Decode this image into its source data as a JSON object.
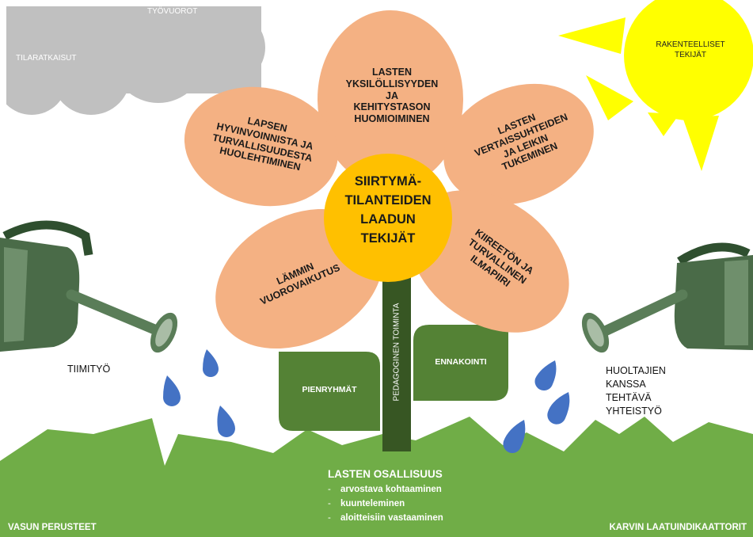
{
  "cloud": {
    "label_a": "TYÖVUOROT",
    "label_b": "TILARATKAISUT"
  },
  "sun": {
    "label": "RAKENTEELLISET\nTEKIJÄT"
  },
  "flower": {
    "center": "SIIRTYMÄ-\nTILANTEIDEN\nLAADUN\nTEKIJÄT",
    "petal_top": "LASTEN\nYKSILÖLLISYYDEN\nJA\nKEHITYSTASON\nHUOMIOIMINEN",
    "petal_upper_left": "LAPSEN\nHYVINVOINNISTA JA\nTURVALLISUUDESTA\nHUOLEHTIMINEN",
    "petal_upper_right": "LASTEN\nVERTAISSUHTEIDEN\nJA LEIKIN\nTUKEMINEN",
    "petal_lower_left": "LÄMMIN\nVUOROVAIKUTUS",
    "petal_lower_right": "KIIREETÖN JA\nTURVALLINEN\nILMAPIIRI",
    "stem": "PEDAGOGINEN TOIMINTA",
    "leaf_left": "PIENRYHMÄT",
    "leaf_right": "ENNAKOINTI"
  },
  "left_can": {
    "label": "TIIMITYÖ"
  },
  "right_can": {
    "label": "HUOLTAJIEN\nKANSSA\nTEHTÄVÄ\nYHTEISTYÖ"
  },
  "grass": {
    "title": "LASTEN OSALLISUUS",
    "items": [
      "arvostava kohtaaminen",
      "kuunteleminen",
      "aloitteisiin vastaaminen"
    ],
    "bullet": "-",
    "footer_left": "VASUN PERUSTEET",
    "footer_right": "KARVIN LAATUINDIKAATTORIT"
  },
  "colors": {
    "petal": "#f4b183",
    "center": "#ffc000",
    "leaf": "#548235",
    "grass": "#70ad47",
    "sun": "#ffff00",
    "cloud": "#c0c0c0",
    "drop": "#4472c4",
    "stem": "#375623"
  }
}
